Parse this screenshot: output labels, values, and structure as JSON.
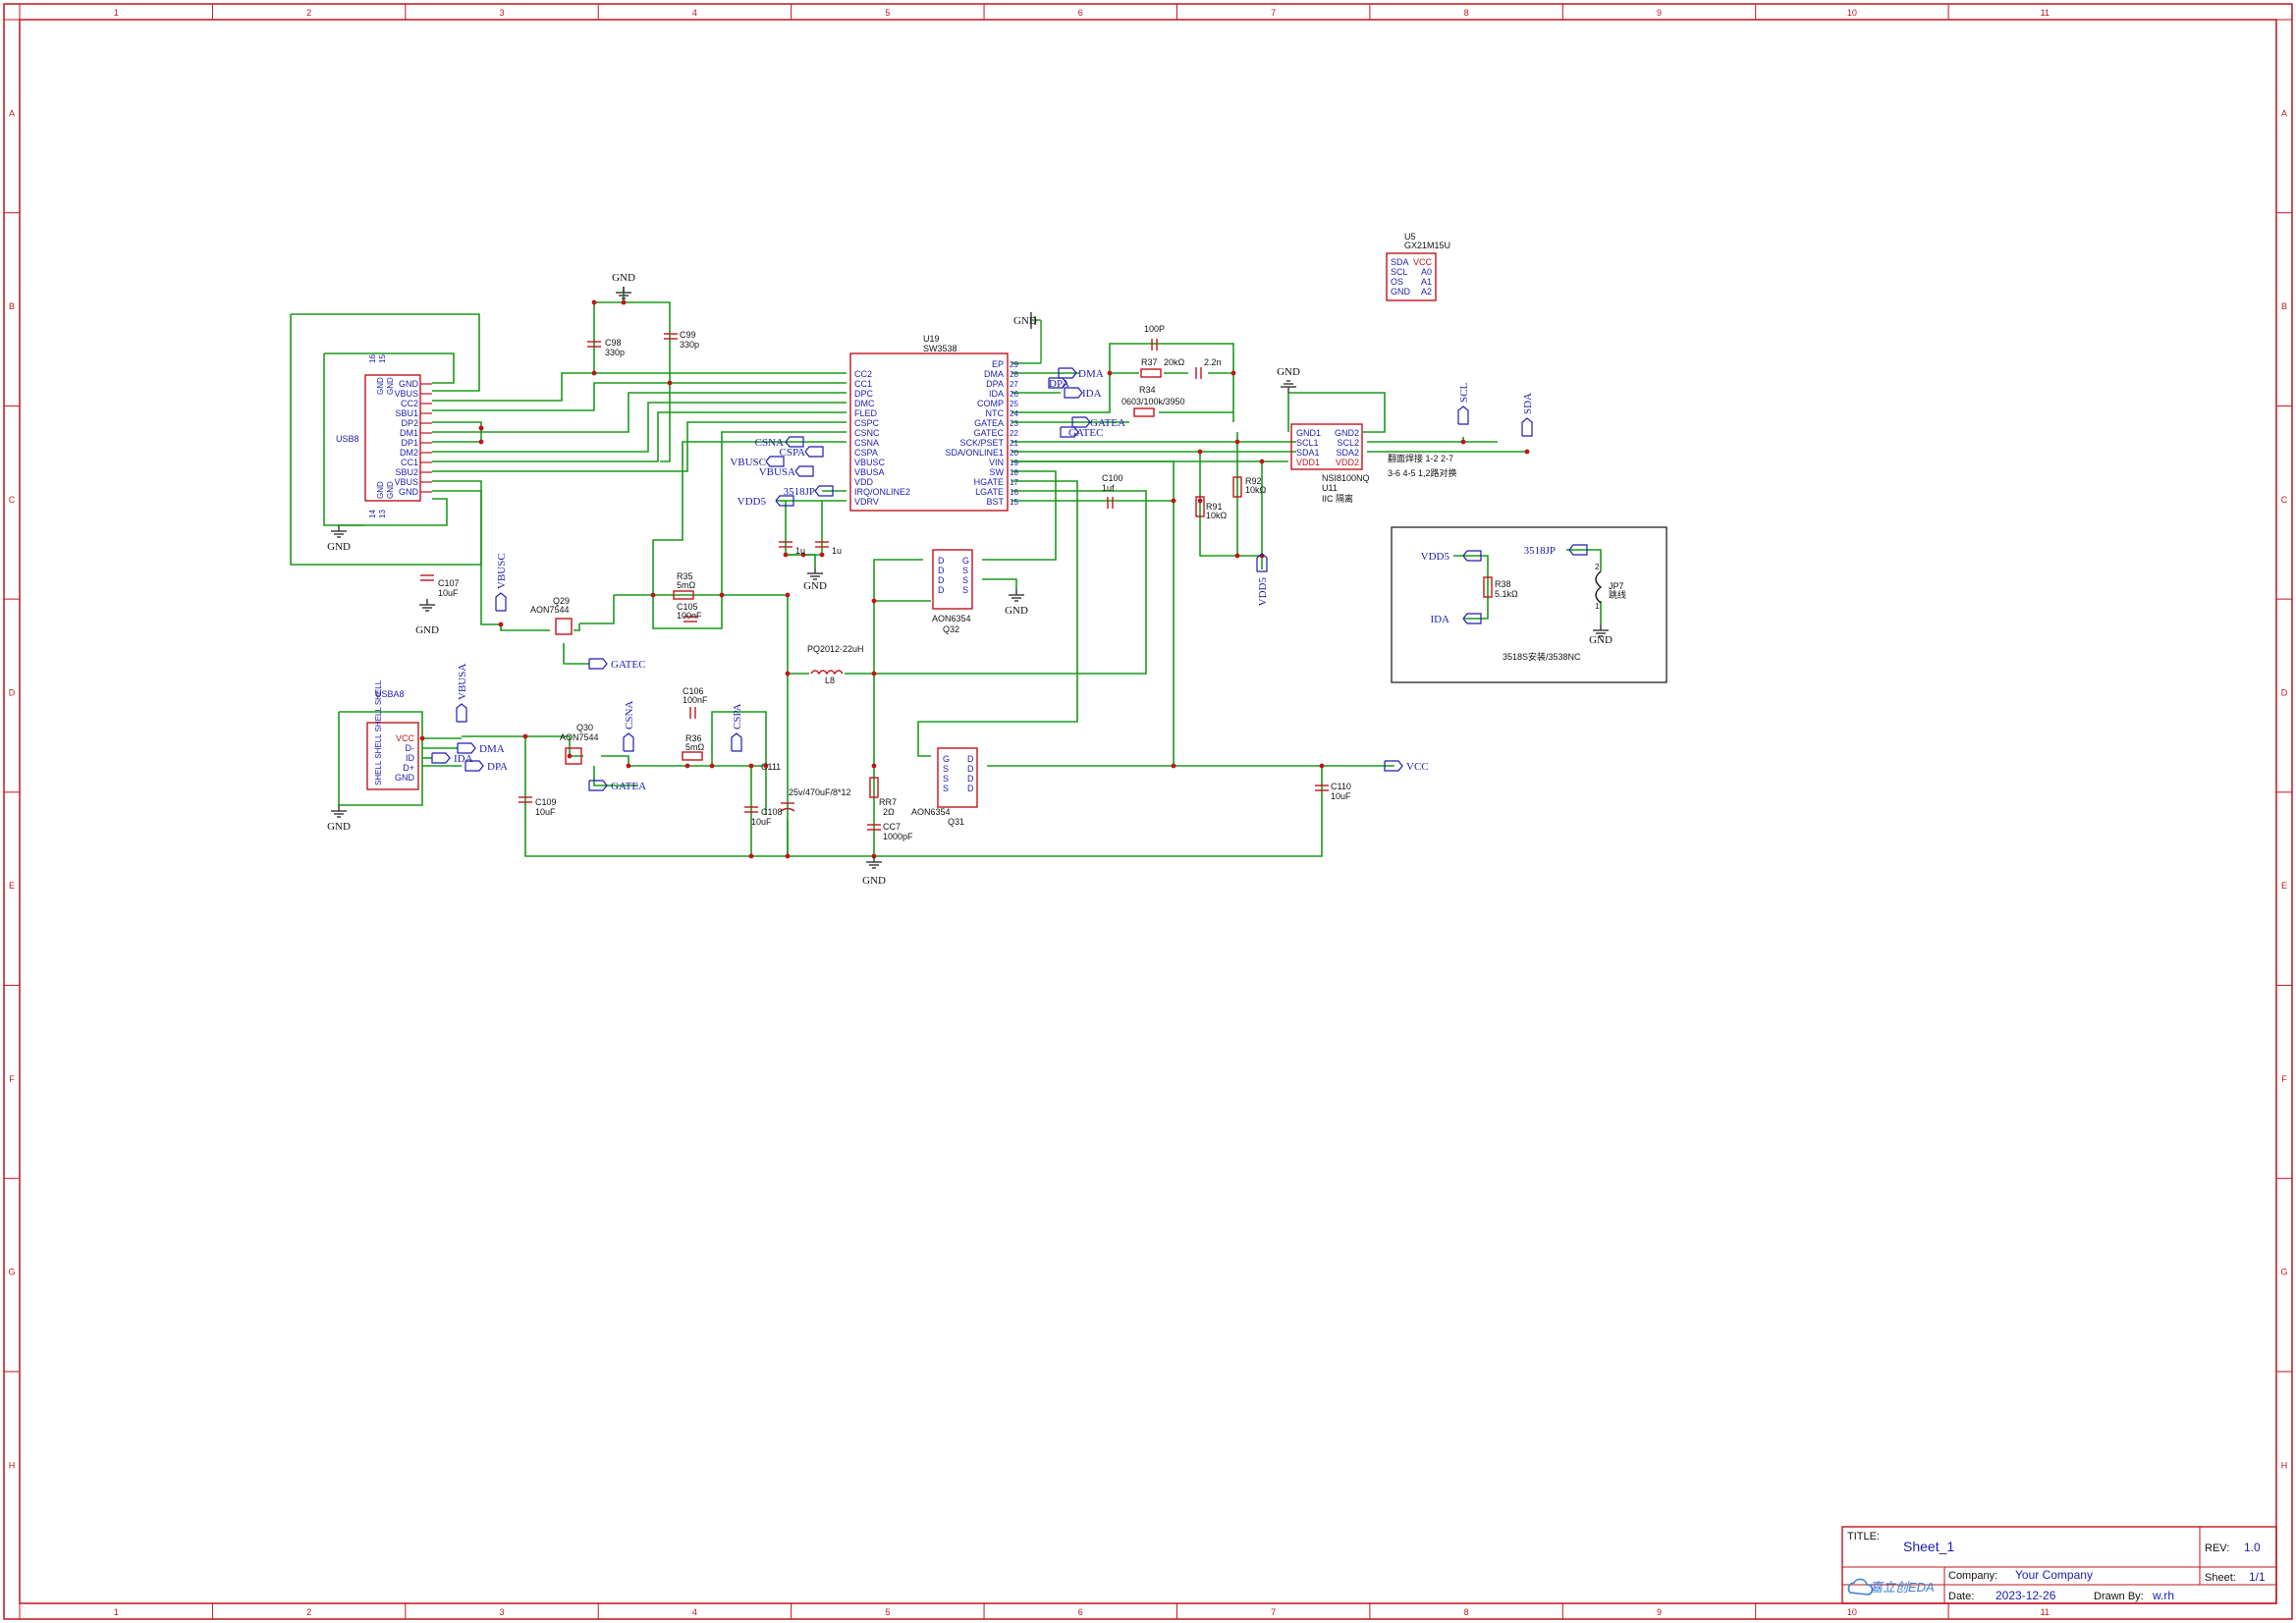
{
  "border": {
    "columns": [
      "1",
      "2",
      "3",
      "4",
      "5",
      "6",
      "7",
      "8",
      "9",
      "10",
      "11"
    ],
    "rows": [
      "A",
      "B",
      "C",
      "D",
      "E",
      "F",
      "G",
      "H"
    ]
  },
  "title_block": {
    "title_label": "TITLE:",
    "title": "Sheet_1",
    "rev_label": "REV:",
    "rev": "1.0",
    "company_label": "Company:",
    "company": "Your Company",
    "sheet_label": "Sheet:",
    "sheet": "1/1",
    "date_label": "Date:",
    "date": "2023-12-26",
    "drawn_label": "Drawn By:",
    "drawn_by": "w.rh",
    "logo_text": "嘉立创EDA"
  },
  "components": {
    "usb8": {
      "ref": "USB8",
      "pins_left": [
        "GND",
        "VBUS",
        "CC2",
        "SBU1",
        "DP2",
        "DM1",
        "DP1",
        "DM2",
        "CC1",
        "SBU2",
        "VBUS",
        "GND"
      ],
      "top_pins": [
        "16",
        "15"
      ],
      "bottom_pins": [
        "14",
        "13"
      ],
      "top_pin_names": [
        "GND",
        "GND"
      ],
      "bottom_pin_names": [
        "GND",
        "GND"
      ]
    },
    "usba8": {
      "ref": "USBA8",
      "pins": [
        "VCC",
        "D-",
        "ID",
        "D+",
        "GND"
      ],
      "shell": "SHELL SHELL SHELL SHELL"
    },
    "u19": {
      "ref": "U19",
      "part": "SW3538",
      "left_pins": [
        "CC2",
        "CC1",
        "DPC",
        "DMC",
        "FLED",
        "CSPC",
        "CSNC",
        "CSNA",
        "CSPA",
        "VBUSC",
        "VBUSA",
        "VDD",
        "IRQ/ONLINE2",
        "VDRV"
      ],
      "right_pins": [
        "EP",
        "DMA",
        "DPA",
        "IDA",
        "COMP",
        "NTC",
        "GATEA",
        "GATEC",
        "SCK/PSET",
        "SDA/ONLINE1",
        "VIN",
        "SW",
        "HGATE",
        "LGATE",
        "BST"
      ],
      "right_nums": [
        "29",
        "28",
        "27",
        "26",
        "25",
        "24",
        "23",
        "22",
        "21",
        "20",
        "19",
        "18",
        "17",
        "16",
        "15"
      ]
    },
    "u5": {
      "ref": "U5",
      "part": "GX21M15U",
      "left": [
        "SDA",
        "SCL",
        "OS",
        "GND"
      ],
      "right": [
        "VCC",
        "A0",
        "A1",
        "A2"
      ]
    },
    "u11": {
      "ref": "U11",
      "part": "NSI8100NQ",
      "note": "IIC 隔离",
      "left": [
        "GND1",
        "SCL1",
        "SDA1",
        "VDD1"
      ],
      "right": [
        "GND2",
        "SCL2",
        "SDA2",
        "VDD2"
      ]
    },
    "q29": {
      "ref": "Q29",
      "part": "AON7544"
    },
    "q30": {
      "ref": "Q30",
      "part": "AON7544"
    },
    "q31": {
      "ref": "Q31",
      "part": "AON6354",
      "pins": [
        "G",
        "S",
        "S",
        "S",
        "D",
        "D",
        "D",
        "D"
      ]
    },
    "q32": {
      "ref": "Q32",
      "part": "AON6354",
      "pins": [
        "D",
        "D",
        "D",
        "D",
        "G",
        "S",
        "S",
        "S"
      ]
    },
    "l8": {
      "ref": "L8",
      "value": "PQ2012-22uH"
    },
    "c98": {
      "ref": "C98",
      "value": "330p"
    },
    "c99": {
      "ref": "C99",
      "value": "330p"
    },
    "c100": {
      "ref": "C100",
      "value": "1uf"
    },
    "c105": {
      "ref": "C105",
      "value": "100nF"
    },
    "c106": {
      "ref": "C106",
      "value": "100nF"
    },
    "c107": {
      "ref": "C107",
      "value": "10uF"
    },
    "c108": {
      "ref": "C108",
      "value": "10uF"
    },
    "c109": {
      "ref": "C109",
      "value": "10uF"
    },
    "c110": {
      "ref": "C110",
      "value": "10uF"
    },
    "c111": {
      "ref": "C111",
      "value": "25v/470uF/8*12"
    },
    "cc7": {
      "ref": "CC7",
      "value": "1000pF"
    },
    "rr7": {
      "ref": "RR7",
      "value": "2Ω"
    },
    "r34": {
      "ref": "R34",
      "value": "0603/100k/3950"
    },
    "r35": {
      "ref": "R35",
      "value": "5mΩ"
    },
    "r36": {
      "ref": "R36",
      "value": "5mΩ"
    },
    "r37": {
      "ref": "R37",
      "value": "20kΩ"
    },
    "r38": {
      "ref": "R38",
      "value": "5.1kΩ"
    },
    "r91": {
      "ref": "R91",
      "value": "10kΩ"
    },
    "r92": {
      "ref": "R92",
      "value": "10kΩ"
    },
    "c_comp": {
      "value": "2.2n"
    },
    "c_100p": {
      "value": "100P"
    },
    "c_1u_a": {
      "value": "1u"
    },
    "c_1u_b": {
      "value": "1u"
    },
    "jp7": {
      "ref": "JP7",
      "value": "跳线",
      "pins": [
        "1",
        "2"
      ]
    }
  },
  "nets": {
    "gnd": "GND",
    "vcc": "VCC",
    "vdd5": "VDD5",
    "dma": "DMA",
    "dpa": "DPA",
    "ida": "IDA",
    "gatea": "GATEA",
    "gatec": "GATEC",
    "csna": "CSNA",
    "cspa": "CSPA",
    "vbusc": "VBUSC",
    "vbusa": "VBUSA",
    "j3518": "3518JP",
    "scl": "SCL",
    "sda": "SDA"
  },
  "notes": {
    "u11_note": "翻面焊接 1-2 2-7",
    "u11_note2": "3-6 4-5 1,2路对换",
    "box_caption": "3518S安装/3538NC"
  },
  "colors": {
    "wire": "#1a9a1a",
    "part": "#c0141b",
    "net": "#1c1cb0",
    "border": "#c0141b"
  }
}
